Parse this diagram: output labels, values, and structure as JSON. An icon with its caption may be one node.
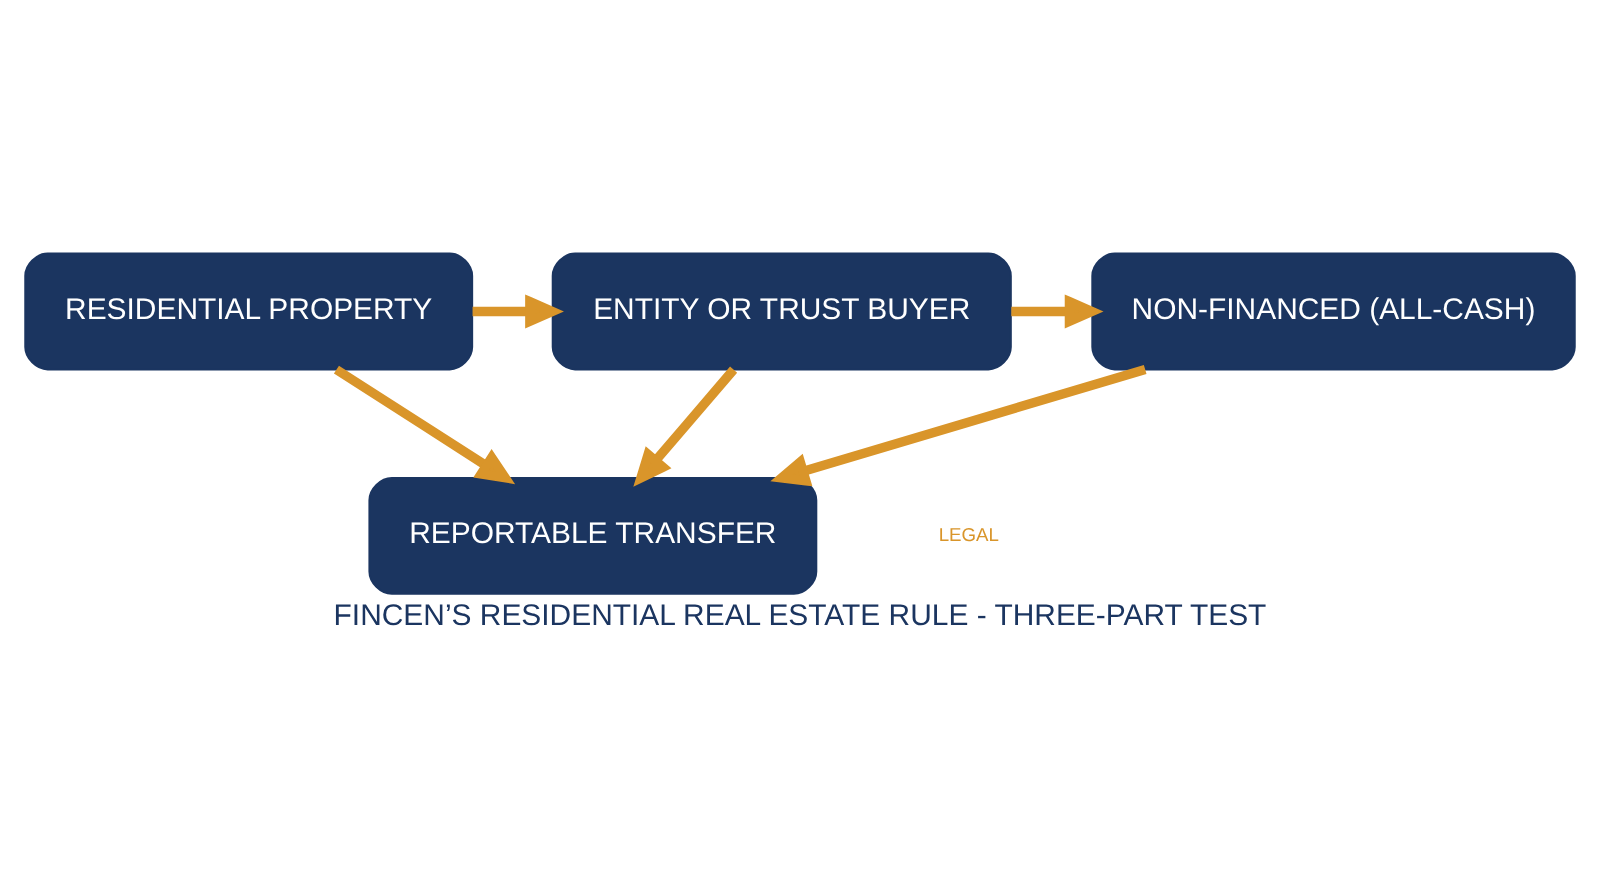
{
  "diagram": {
    "caption": "FINCEN’S RESIDENTIAL REAL ESTATE RULE - THREE-PART TEST",
    "nodes": [
      {
        "text": [
          "RESIDENTIAL PROPERTY"
        ]
      },
      {
        "text": [
          "ENTITY OR TRUST BUYER"
        ]
      },
      {
        "text": [
          "NON-FINANCED (ALL-CASH)"
        ]
      },
      {
        "text": [
          "REPORTABLE TRANSFER"
        ]
      }
    ],
    "edges": [
      {
        "from": 0,
        "to": 1,
        "arrow": "to"
      },
      {
        "from": 1,
        "to": 2,
        "arrow": "to"
      },
      {
        "from": 0,
        "to": 3,
        "arrow": "to"
      },
      {
        "from": 1,
        "to": 3,
        "arrow": "to"
      },
      {
        "from": 2,
        "to": 3,
        "arrow": "to"
      }
    ],
    "labels": [
      "LEGAL"
    ]
  }
}
